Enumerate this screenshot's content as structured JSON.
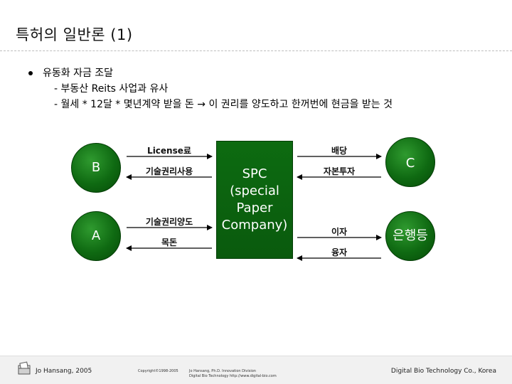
{
  "slide": {
    "title": "특허의 일반론 (1)"
  },
  "bullets": {
    "main": "유동화 자금 조달",
    "sub1": "- 부동산 Reits 사업과 유사",
    "sub2": "- 월세 * 12달 * 몇년계약 받을 돈 → 이 권리를 양도하고 한꺼번에 현금을 받는 것"
  },
  "diagram": {
    "node_b": "B",
    "node_a": "A",
    "node_c": "C",
    "node_bank": "은행등",
    "spc_lines": [
      "SPC",
      "(special",
      "Paper",
      "Company)"
    ],
    "labels": {
      "license_fee": "License료",
      "tech_use": "기술권리사용",
      "tech_transfer": "기술권리양도",
      "lump_sum": "목돈",
      "dividend": "배당",
      "capital_invest": "자본투자",
      "interest": "이자",
      "loan": "융자"
    },
    "colors": {
      "node_green": "#0f6a12",
      "arrow": "#000000"
    }
  },
  "footer": {
    "left": "Jo Hansang, 2005",
    "copyright": "Copyright©1998-2005",
    "mid_line1": "Jo Hansang, Ph.D. Innovation Division",
    "mid_line2": "Digital Bio Technology http://www.digital-bio.com",
    "right": "Digital Bio Technology Co., Korea",
    "icon": "folder-doc-icon"
  }
}
